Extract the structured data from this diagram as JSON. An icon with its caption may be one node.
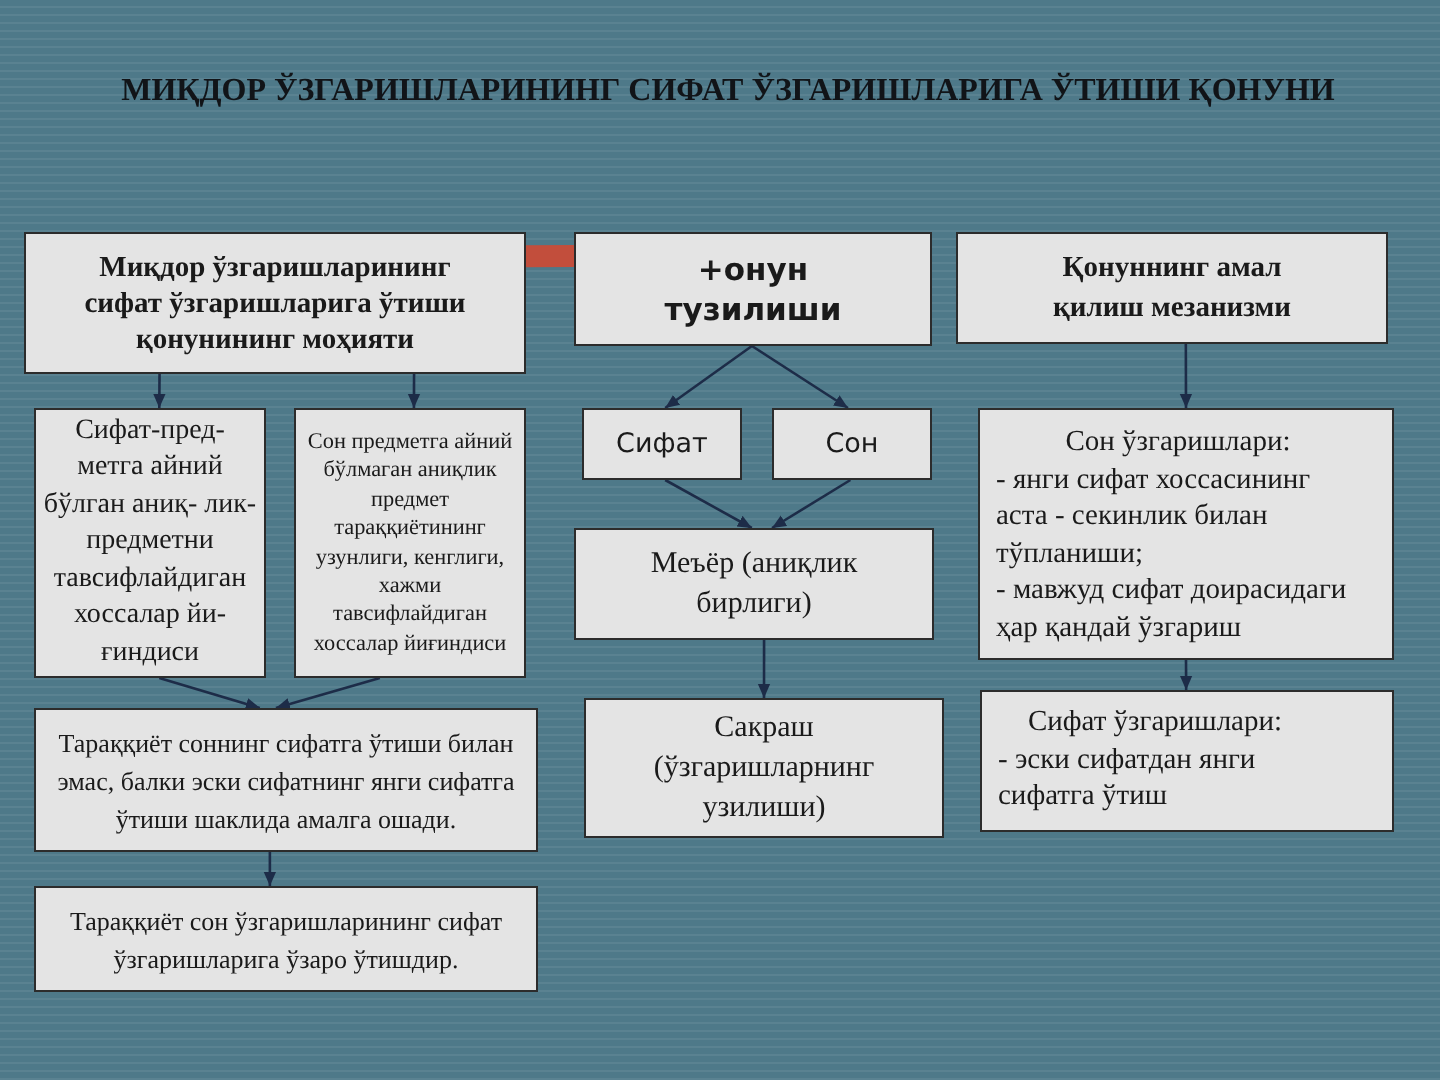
{
  "diagram": {
    "title": "МИҚДОР ЎЗГАРИШЛАРИНИНГ СИФАТ ЎЗГАРИШЛАРИГА ЎТИШИ ҚОНУНИ",
    "nodes": [
      {
        "text": [
          "Миқдор ўзгаришларининг сифат ўзгаришларига ўтиши қонунининг моҳияти"
        ]
      },
      {
        "text": [
          "+онун тузилиши"
        ]
      },
      {
        "text": [
          "Қонуннинг амал қилиш мезанизми"
        ]
      },
      {
        "text": [
          "Сифат-пред- метга айний бўлган аниқ- лик-предметни тавсифлайдиган хоссалар йи- ғиндиси"
        ]
      },
      {
        "text": [
          "Сон предметга айний бўлмаган аниқлик предмет тараққиётининг узунлиги, кенглиги, хажми тавсифлайдиган хоссалар йиғиндиси"
        ]
      },
      {
        "text": [
          "Тараққиёт соннинг сифатга ўтиши билан эмас, балки эски сифатнинг янги сифатга ўтиши шаклида амалга ошади."
        ]
      },
      {
        "text": [
          "Тараққиёт сон ўзгаришларининг сифат ўзгаришларига ўзаро ўтишдир."
        ]
      },
      {
        "text": [
          "Сифат"
        ]
      },
      {
        "text": [
          "Сон"
        ]
      },
      {
        "text": [
          "Меъёр (аниқлик бирлиги)"
        ]
      },
      {
        "text": [
          "Сакраш (ўзгаришларнинг узилиши)"
        ]
      },
      {
        "text": [
          "Сон ўзгаришлари:",
          "- янги сифат хоссасининг аста - секинлик билан тўпланиши;",
          "- мавжуд сифат доирасидаги ҳар қандай ўзгариш"
        ]
      },
      {
        "text": [
          "Сифат ўзгаришлари:",
          "- эски сифатдан янги сифатга ўтиш"
        ]
      }
    ],
    "edges": [
      {
        "from": 0,
        "to": 1,
        "arrow": "none",
        "style": "thick",
        "color": "#c24e3c"
      },
      {
        "from": 0,
        "to": 3,
        "arrow": "to"
      },
      {
        "from": 0,
        "to": 4,
        "arrow": "to"
      },
      {
        "from": 3,
        "to": 5,
        "arrow": "to"
      },
      {
        "from": 4,
        "to": 5,
        "arrow": "to"
      },
      {
        "from": 5,
        "to": 6,
        "arrow": "to"
      },
      {
        "from": 1,
        "to": 7,
        "arrow": "to"
      },
      {
        "from": 1,
        "to": 8,
        "arrow": "to"
      },
      {
        "from": 7,
        "to": 9,
        "arrow": "to"
      },
      {
        "from": 8,
        "to": 9,
        "arrow": "to"
      },
      {
        "from": 9,
        "to": 10,
        "arrow": "to"
      },
      {
        "from": 2,
        "to": 11,
        "arrow": "to"
      },
      {
        "from": 11,
        "to": 12,
        "arrow": "to"
      }
    ]
  }
}
